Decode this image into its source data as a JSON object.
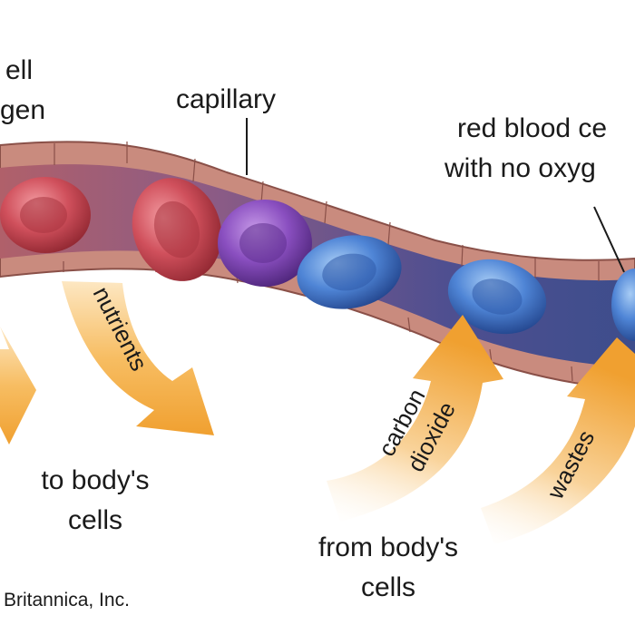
{
  "labels": {
    "rbc_oxygen_line1": "ell",
    "rbc_oxygen_line2": "gen",
    "capillary": "capillary",
    "rbc_no_oxygen_line1": "red blood ce",
    "rbc_no_oxygen_line2": "with no oxyg",
    "to_body_line1": "to body's",
    "to_body_line2": "cells",
    "from_body_line1": "from body's",
    "from_body_line2": "cells",
    "credit": "Britannica, Inc."
  },
  "arrows": {
    "nutrients": "nutrients",
    "carbon_line1": "carbon",
    "carbon_line2": "dioxide",
    "wastes": "wastes"
  },
  "colors": {
    "vessel_wall": "#c98b7e",
    "vessel_interior_left": "#a8606b",
    "vessel_interior_right": "#4a4a8a",
    "cell_oxygenated": "#c94a55",
    "cell_transition": "#8a4fb5",
    "cell_deoxygenated": "#4a7fd0",
    "arrow_orange": "#f2a640"
  }
}
